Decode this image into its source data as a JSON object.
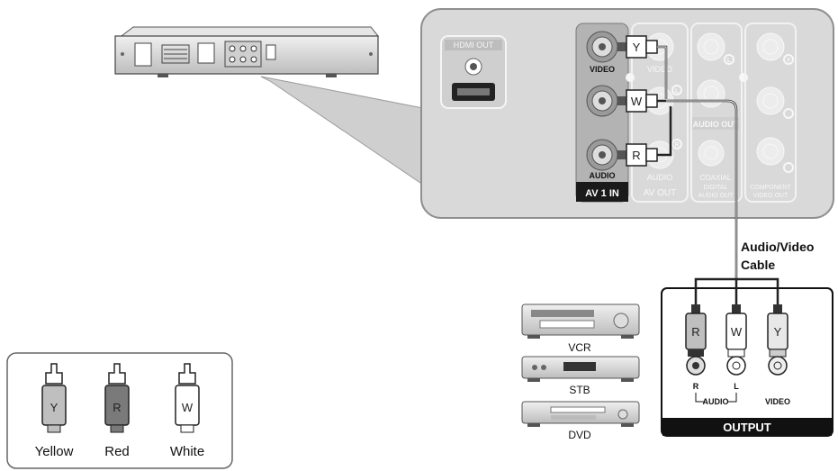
{
  "panel": {
    "hdmi_label": "HDMI OUT",
    "video_label": "VIDEO",
    "audio_label": "AUDIO",
    "av1in_label": "AV 1 IN",
    "video_out_label": "VIDEO",
    "audio_out_label": "AUDIO",
    "av_out_label": "AV OUT",
    "audio_out_box_label": "AUDIO OUT",
    "coaxial_label": "COAXIAL",
    "digital_label": "DIGITAL",
    "digital_audio_out_label": "AUDIO OUT",
    "component_label": "COMPONENT",
    "component_video_out_label": "VIDEO OUT",
    "jack_L": "L",
    "jack_R": "R",
    "jack_Y": "Y"
  },
  "cable": {
    "line1": "Audio/Video",
    "line2": "Cable",
    "plug_Y": "Y",
    "plug_W": "W",
    "plug_R": "R"
  },
  "devices": {
    "vcr": "VCR",
    "stb": "STB",
    "dvd": "DVD"
  },
  "output_box": {
    "plug_R": "R",
    "plug_W": "W",
    "plug_Y": "Y",
    "label_R": "R",
    "label_L": "L",
    "label_audio": "AUDIO",
    "label_video": "VIDEO",
    "footer": "OUTPUT"
  },
  "legend": {
    "plug_Y": "Y",
    "plug_R": "R",
    "plug_W": "W",
    "yellow": "Yellow",
    "red": "Red",
    "white": "White"
  },
  "colors": {
    "panel_fill": "#d9d9d9",
    "highlight_fill": "#b3b3b3",
    "label_black": "#1a1a1a",
    "faded_white": "#f2f2f2"
  }
}
